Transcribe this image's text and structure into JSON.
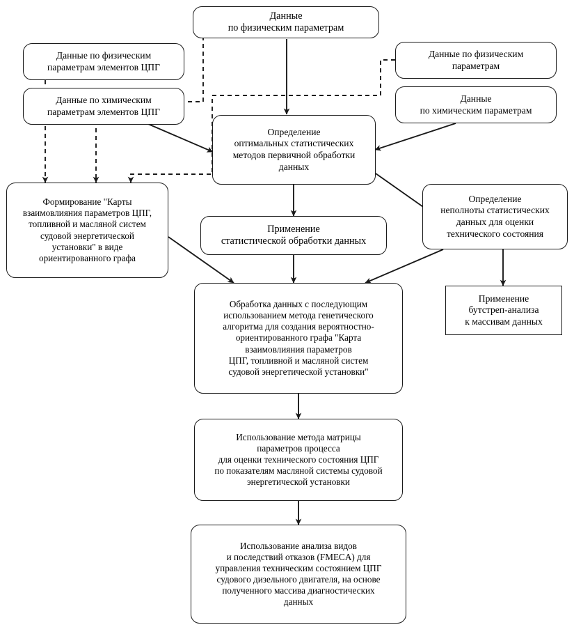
{
  "diagram": {
    "title": "Схема этапов обработки данных технического состояния ЦПГ",
    "background_color": "#ffffff",
    "line_color": "#1a1a1a",
    "text_color": "#000000",
    "nodes": [
      {
        "id": "data-physical-top",
        "label": "Данные\nпо физическим параметрам",
        "shape": "rounded"
      },
      {
        "id": "data-physical-cpg",
        "label": "Данные по физическим\nпараметрам элементов ЦПГ",
        "shape": "rounded"
      },
      {
        "id": "data-chemical-cpg",
        "label": "Данные по химическим\nпараметрам элементов ЦПГ",
        "shape": "rounded"
      },
      {
        "id": "data-physical-right",
        "label": "Данные по физическим\nпараметрам",
        "shape": "rounded"
      },
      {
        "id": "data-chemical-right",
        "label": "Данные\nпо химическим параметрам",
        "shape": "rounded"
      },
      {
        "id": "optimal-methods",
        "label": "Определение\nоптимальных статистических\nметодов первичной обработки\nданных",
        "shape": "rounded"
      },
      {
        "id": "map-formation",
        "label": "Формирование \"Карты\nвзаимовлияния параметров ЦПГ,\nтопливной и масляной систем\nсудовой энергетической\nустановки\" в виде\nориентированного графа",
        "shape": "rounded"
      },
      {
        "id": "incompleteness",
        "label": "Определение\nнеполноты статистических\nданных для оценки\nтехнического состояния",
        "shape": "rounded"
      },
      {
        "id": "statistical-processing",
        "label": "Применение\nстатистической обработки данных",
        "shape": "rounded"
      },
      {
        "id": "bootstrap",
        "label": "Применение\nбутстреп-анализа\nк массивам данных",
        "shape": "sharp"
      },
      {
        "id": "genetic-algorithm",
        "label": "Обработка данных с последующим\nиспользованием метода генетического\nалгоритма для создания вероятностно-\nориентированного графа \"Карта\nвзаимовлияния параметров\nЦПГ, топливной и масляной систем\nсудовой энергетической установки\"",
        "shape": "rounded"
      },
      {
        "id": "matrix-method",
        "label": "Использование метода матрицы\nпараметров процесса\nдля оценки технического состояния ЦПГ\nпо показателям масляной системы судовой\nэнергетической установки",
        "shape": "rounded"
      },
      {
        "id": "fmeca",
        "label": "Использование анализа видов\nи последствий отказов (FMECA) для\nуправления техническим состоянием ЦПГ\nсудового дизельного двигателя, на основе\nполученного массива диагностических\nданных",
        "shape": "rounded"
      }
    ],
    "edges": [
      {
        "from": "data-physical-top",
        "to": "optimal-methods",
        "style": "solid"
      },
      {
        "from": "data-chemical-cpg",
        "to": "optimal-methods",
        "style": "solid"
      },
      {
        "from": "data-physical-right",
        "to": "optimal-methods",
        "style": "dashed-route"
      },
      {
        "from": "data-chemical-right",
        "to": "optimal-methods",
        "style": "solid"
      },
      {
        "from": "data-physical-cpg",
        "to": "map-formation",
        "style": "dashed"
      },
      {
        "from": "data-physical-top",
        "to": "map-formation",
        "style": "dashed"
      },
      {
        "from": "data-physical-right",
        "to": "map-formation",
        "style": "dashed"
      },
      {
        "from": "optimal-methods",
        "to": "statistical-processing",
        "style": "solid"
      },
      {
        "from": "optimal-methods",
        "to": "incompleteness",
        "style": "solid"
      },
      {
        "from": "incompleteness",
        "to": "bootstrap",
        "style": "solid"
      },
      {
        "from": "incompleteness",
        "to": "genetic-algorithm",
        "style": "solid"
      },
      {
        "from": "map-formation",
        "to": "genetic-algorithm",
        "style": "solid"
      },
      {
        "from": "statistical-processing",
        "to": "genetic-algorithm",
        "style": "solid"
      },
      {
        "from": "genetic-algorithm",
        "to": "matrix-method",
        "style": "solid"
      },
      {
        "from": "matrix-method",
        "to": "fmeca",
        "style": "solid"
      }
    ]
  }
}
